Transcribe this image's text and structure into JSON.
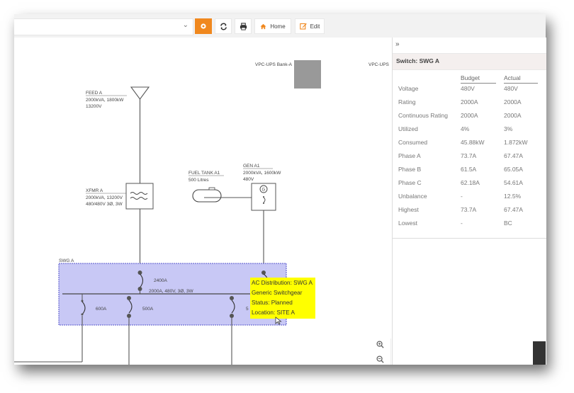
{
  "toolbar": {
    "select_value": "",
    "buttons": [
      {
        "name": "settings",
        "icon": "gear-icon",
        "label": ""
      },
      {
        "name": "refresh",
        "icon": "refresh-icon",
        "label": ""
      },
      {
        "name": "print",
        "icon": "print-icon",
        "label": ""
      },
      {
        "name": "home",
        "icon": "home-icon",
        "label": "Home"
      },
      {
        "name": "edit",
        "icon": "edit-icon",
        "label": "Edit"
      }
    ],
    "accent_color": "#f0881e"
  },
  "diagram": {
    "labels": {
      "vpc_ups_bank_a": "VPC-UPS Bank-A",
      "vpc_ups": "VPC-UPS",
      "feed_title": "FEED A",
      "feed_line1": "2000kVA, 1800kW",
      "feed_line2": "13200V",
      "xfmr_title": "XFMR A",
      "xfmr_line1": "2000kVA, 13200V",
      "xfmr_line2": "480/480V 3Ø, 3W",
      "fuel_title": "FUEL TANK A1",
      "fuel_line1": "500 Litres",
      "gen_title": "GEN A1",
      "gen_line1": "2000kVA, 1600kW",
      "gen_line2": "480V",
      "swg_title": "SWG A",
      "main_breaker": "2400A",
      "bus_rating": "2000A, 480V, 3Ø, 3W",
      "branch1": "600A",
      "branch2": "500A",
      "branch3": "5"
    },
    "tooltip": [
      "AC Distribution: SWG A",
      "Generic Switchgear",
      "Status: Planned",
      "Location: SITE A"
    ],
    "selection_color": "#c8c8f5"
  },
  "panel": {
    "collapse_icon": "»",
    "title": "Switch: SWG A",
    "columns": [
      "",
      "Budget",
      "Actual"
    ],
    "rows": [
      [
        "Voltage",
        "480V",
        "480V"
      ],
      [
        "Rating",
        "2000A",
        "2000A"
      ],
      [
        "Continuous Rating",
        "2000A",
        "2000A"
      ],
      [
        "Utilized",
        "4%",
        "3%"
      ],
      [
        "Consumed",
        "45.88kW",
        "1.872kW"
      ],
      [
        "Phase A",
        "73.7A",
        "67.47A"
      ],
      [
        "Phase B",
        "61.5A",
        "65.05A"
      ],
      [
        "Phase C",
        "62.18A",
        "54.61A"
      ],
      [
        "Unbalance",
        "-",
        "12.5%"
      ],
      [
        "Highest",
        "73.7A",
        "67.47A"
      ],
      [
        "Lowest",
        "-",
        "BC"
      ]
    ]
  }
}
